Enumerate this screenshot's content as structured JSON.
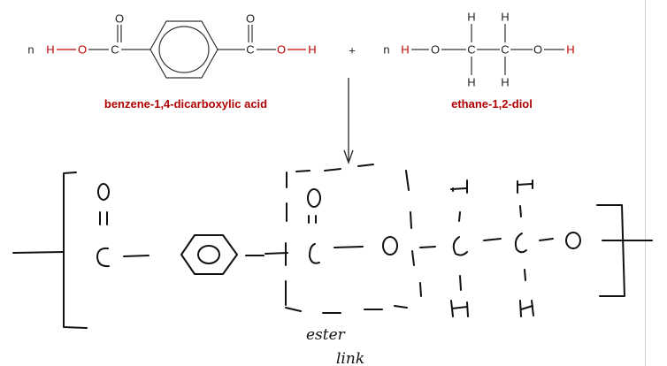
{
  "reactant1": {
    "coefficient": "n",
    "atoms": {
      "h_left": "H",
      "o_left": "O",
      "c_left": "C",
      "o_top_left": "O",
      "c_right": "C",
      "o_top_right": "O",
      "o_right": "O",
      "h_right": "H"
    },
    "name": "benzene-1,4-dicarboxylic acid"
  },
  "plus": "+",
  "reactant2": {
    "coefficient": "n",
    "atoms": {
      "h_left": "H",
      "o_left": "O",
      "c1": "C",
      "c2": "C",
      "o_right": "O",
      "h_right": "H",
      "h1_top": "H",
      "h2_top": "H",
      "h1_bottom": "H",
      "h2_bottom": "H"
    },
    "name": "ethane-1,2-diol"
  },
  "annotation": {
    "line1": "ester",
    "line2": "link"
  },
  "colors": {
    "highlight": "#c00000",
    "ink": "#111111"
  }
}
